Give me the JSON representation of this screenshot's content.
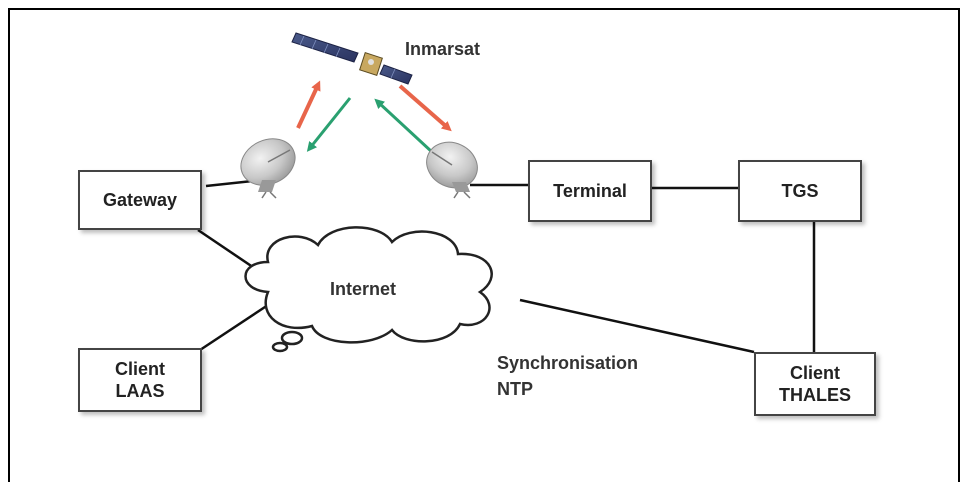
{
  "diagram": {
    "satellite_label": "Inmarsat",
    "cloud_label": "Internet",
    "sync_label_line1": "Synchronisation",
    "sync_label_line2": "NTP",
    "nodes": {
      "gateway": "Gateway",
      "terminal": "Terminal",
      "tgs": "TGS",
      "client_laas_line1": "Client",
      "client_laas_line2": "LAAS",
      "client_thales_line1": "Client",
      "client_thales_line2": "THALES"
    },
    "colors": {
      "uplink_arrow": "#e8654a",
      "downlink_arrow": "#2aa070",
      "box_border": "#444444"
    }
  }
}
